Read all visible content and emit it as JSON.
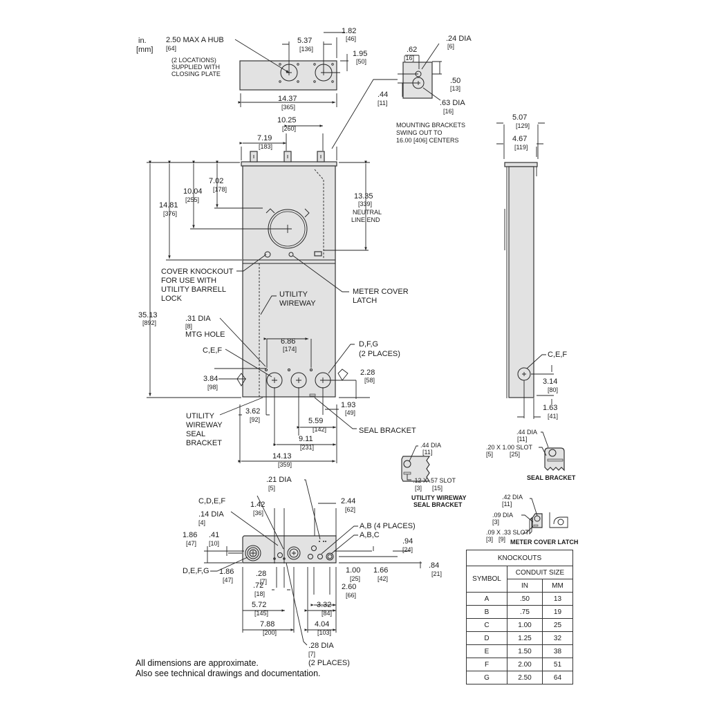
{
  "units": {
    "inches": "in.",
    "millimeters": "[mm]"
  },
  "top_view": {
    "hub_label": "2.50 MAX A HUB",
    "hub_mm": "[64]",
    "hub_note": [
      "(2 LOCATIONS)",
      "SUPPLIED WITH",
      "CLOSING PLATE"
    ],
    "dims": [
      {
        "in": "5.37",
        "mm": "[136]"
      },
      {
        "in": "1.82",
        "mm": "[46]"
      },
      {
        "in": "1.95",
        "mm": "[50]"
      },
      {
        "in": "14.37",
        "mm": "[365]"
      }
    ]
  },
  "mounting_bracket": {
    "dims": [
      {
        "in": ".62",
        "mm": "[16]"
      },
      {
        "in": ".24 DIA",
        "mm": "[6]"
      },
      {
        "in": ".50",
        "mm": "[13]"
      },
      {
        "in": ".44",
        "mm": "[11]"
      },
      {
        "in": ".63 DIA",
        "mm": "[16]"
      }
    ],
    "note": [
      "MOUNTING BRACKETS",
      "SWING OUT TO",
      "16.00 [406] CENTERS"
    ]
  },
  "front_view": {
    "dims": [
      {
        "in": "10.25",
        "mm": "[260]"
      },
      {
        "in": "7.19",
        "mm": "[183]"
      },
      {
        "in": "7.02",
        "mm": "[178]"
      },
      {
        "in": "10.04",
        "mm": "[255]"
      },
      {
        "in": "14.81",
        "mm": "[376]"
      },
      {
        "in": "13.35",
        "mm": "[339]"
      },
      {
        "in": "35.13",
        "mm": "[892]"
      },
      {
        "in": "6.86",
        "mm": "[174]"
      },
      {
        "in": "2.28",
        "mm": "[58]"
      },
      {
        "in": "3.84",
        "mm": "[98]"
      },
      {
        "in": "1.93",
        "mm": "[49]"
      },
      {
        "in": "3.62",
        "mm": "[92]"
      },
      {
        "in": "5.59",
        "mm": "[142]"
      },
      {
        "in": "9.11",
        "mm": "[231]"
      },
      {
        "in": "14.13",
        "mm": "[359]"
      }
    ],
    "neutral_note": [
      "NEUTRAL",
      "LINE END"
    ],
    "cover_knockout": [
      "COVER KNOCKOUT",
      "FOR USE WITH",
      "UTILITY BARRELL",
      "LOCK"
    ],
    "meter_cover_latch": [
      "METER COVER",
      "LATCH"
    ],
    "utility_wireway": [
      "UTILITY",
      "WIREWAY"
    ],
    "mtg_hole": {
      "in": ".31 DIA",
      "mm": "[8]",
      "label": "MTG HOLE"
    },
    "cef": "C,E,F",
    "dfg": [
      "D,F,G",
      "(2 PLACES)"
    ],
    "seal_bracket": "SEAL BRACKET",
    "wireway_seal": [
      "UTILITY",
      "WIREWAY",
      "SEAL",
      "BRACKET"
    ]
  },
  "side_view": {
    "dims": [
      {
        "in": "5.07",
        "mm": "[129]"
      },
      {
        "in": "4.67",
        "mm": "[119]"
      },
      {
        "in": "3.14",
        "mm": "[80]"
      },
      {
        "in": "1.63",
        "mm": "[41]"
      }
    ],
    "cef": "C,E,F"
  },
  "details": {
    "wireway_seal_bracket": {
      "dia": ".44 DIA",
      "dia_mm": "[11]",
      "slot": ".12  X  .57 SLOT",
      "slot_mm_a": "[3]",
      "slot_mm_b": "[15]",
      "title": [
        "UTILITY WIREWAY",
        "SEAL BRACKET"
      ]
    },
    "seal_bracket": {
      "dia": ".44 DIA",
      "dia_mm": "[11]",
      "slot": ".20  X  1.00 SLOT",
      "slot_mm_a": "[5]",
      "slot_mm_b": "[25]",
      "title": "SEAL BRACKET"
    },
    "meter_cover_latch": {
      "dia1": ".42 DIA",
      "dia1_mm": "[11]",
      "dia2": ".09 DIA",
      "dia2_mm": "[3]",
      "slot": ".09  X  .33 SLOT",
      "slot_mm_a": "[3]",
      "slot_mm_b": "[9]",
      "title": "METER COVER LATCH"
    }
  },
  "bottom_view": {
    "dims": [
      {
        "in": ".21 DIA",
        "mm": "[5]"
      },
      {
        "in": "1.42",
        "mm": "[36]"
      },
      {
        "in": "2.44",
        "mm": "[62]"
      },
      {
        "in": ".14 DIA",
        "mm": "[4]"
      },
      {
        "in": "1.86",
        "mm": "[47]"
      },
      {
        "in": ".41",
        "mm": "[10]"
      },
      {
        "in": ".94",
        "mm": "[24]"
      },
      {
        "in": ".84",
        "mm": "[21]"
      },
      {
        "in": "1.86",
        "mm": "[47]"
      },
      {
        "in": ".28",
        "mm": "[7]"
      },
      {
        "in": ".72",
        "mm": "[18]"
      },
      {
        "in": "1.00",
        "mm": "[25]"
      },
      {
        "in": "1.66",
        "mm": "[42]"
      },
      {
        "in": "2.60",
        "mm": "[66]"
      },
      {
        "in": "5.72",
        "mm": "[145]"
      },
      {
        "in": "3.32",
        "mm": "[84]"
      },
      {
        "in": "7.88",
        "mm": "[200]"
      },
      {
        "in": "4.04",
        "mm": "[103]"
      }
    ],
    "cdef": "C,D,E,F",
    "ab4": "A,B (4 PLACES)",
    "abc": "A,B,C",
    "defg": "D,E,F,G",
    "dia28": ".28 DIA",
    "dia28_mm": "[7]",
    "dia28_note": "(2 PLACES)"
  },
  "knockouts": {
    "title": "KNOCKOUTS",
    "symbol_header": "SYMBOL",
    "conduit_header": "CONDUIT SIZE",
    "in_header": "IN",
    "mm_header": "MM",
    "rows": [
      {
        "symbol": "A",
        "in": ".50",
        "mm": "13"
      },
      {
        "symbol": "B",
        "in": ".75",
        "mm": "19"
      },
      {
        "symbol": "C",
        "in": "1.00",
        "mm": "25"
      },
      {
        "symbol": "D",
        "in": "1.25",
        "mm": "32"
      },
      {
        "symbol": "E",
        "in": "1.50",
        "mm": "38"
      },
      {
        "symbol": "F",
        "in": "2.00",
        "mm": "51"
      },
      {
        "symbol": "G",
        "in": "2.50",
        "mm": "64"
      }
    ]
  },
  "footnote": [
    "All dimensions are approximate.",
    "Also see technical drawings and documentation."
  ]
}
